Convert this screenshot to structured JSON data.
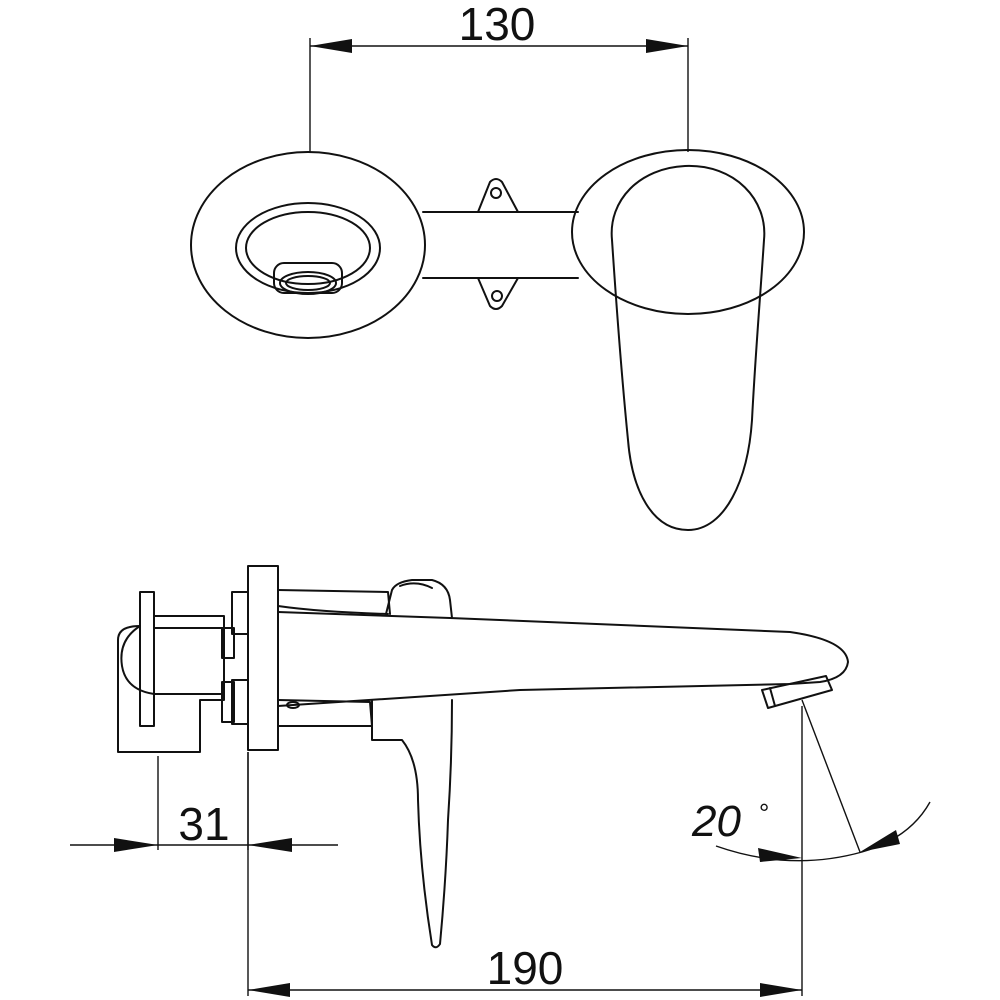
{
  "dimensions": {
    "spout_centres": "130",
    "wall_depth": "31",
    "spout_projection": "190",
    "spout_angle": "20",
    "angle_unit": "°"
  }
}
